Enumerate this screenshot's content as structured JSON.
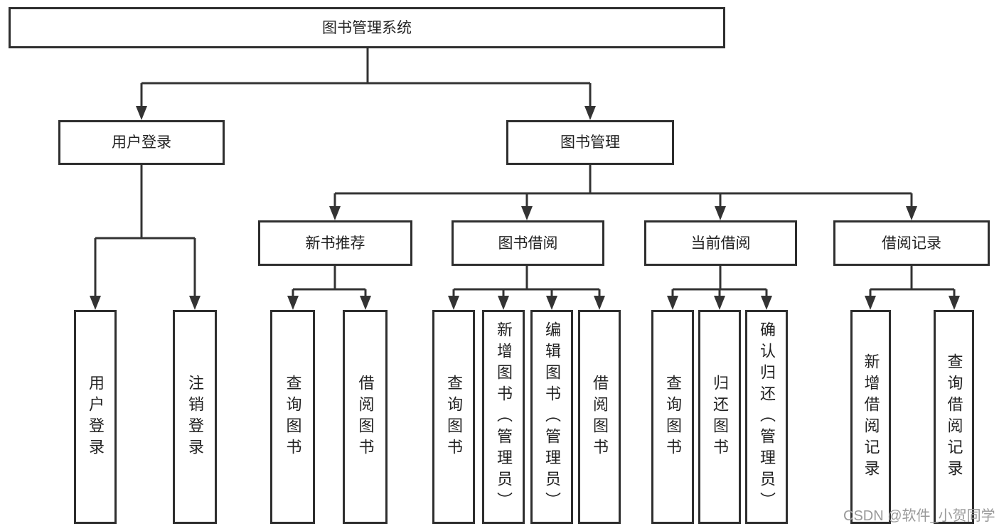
{
  "tree": {
    "root": {
      "label": "图书管理系统"
    },
    "branches": [
      {
        "label": "用户登录",
        "leaves": [
          "用户登录",
          "注销登录"
        ]
      },
      {
        "label": "图书管理",
        "children": [
          {
            "label": "新书推荐",
            "leaves": [
              "查询图书",
              "借阅图书"
            ]
          },
          {
            "label": "图书借阅",
            "leaves": [
              "查询图书",
              "新增图书（管理员）",
              "编辑图书（管理员）",
              "借阅图书"
            ]
          },
          {
            "label": "当前借阅",
            "leaves": [
              "查询图书",
              "归还图书",
              "确认归还（管理员）"
            ]
          },
          {
            "label": "借阅记录",
            "leaves": [
              "新增借阅记录",
              "查询借阅记录"
            ]
          }
        ]
      }
    ]
  },
  "watermark": {
    "text": "CSDN @软件_小贺同学"
  },
  "colors": {
    "line": "#333333",
    "box_border": "#2e2e2e",
    "text": "#222222",
    "watermark": "#999999",
    "background": "#ffffff"
  }
}
